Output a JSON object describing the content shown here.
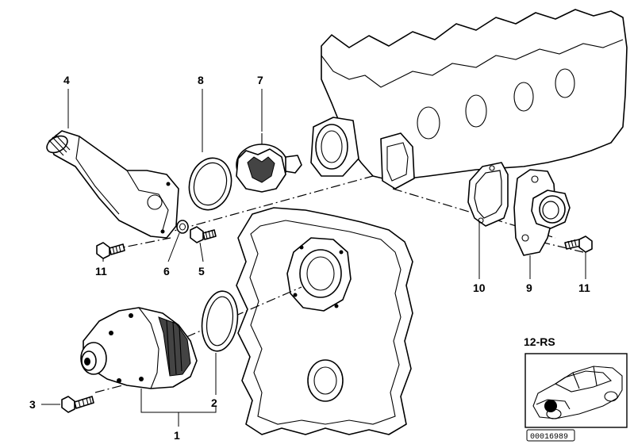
{
  "labels": {
    "p1": "1",
    "p2": "2",
    "p3": "3",
    "p4": "4",
    "p5": "5",
    "p6": "6",
    "p7": "7",
    "p8": "8",
    "p9": "9",
    "p10": "10",
    "p11a": "11",
    "p11b": "11"
  },
  "inset": {
    "reference": "12-RS",
    "catalog_number": "00016989"
  }
}
